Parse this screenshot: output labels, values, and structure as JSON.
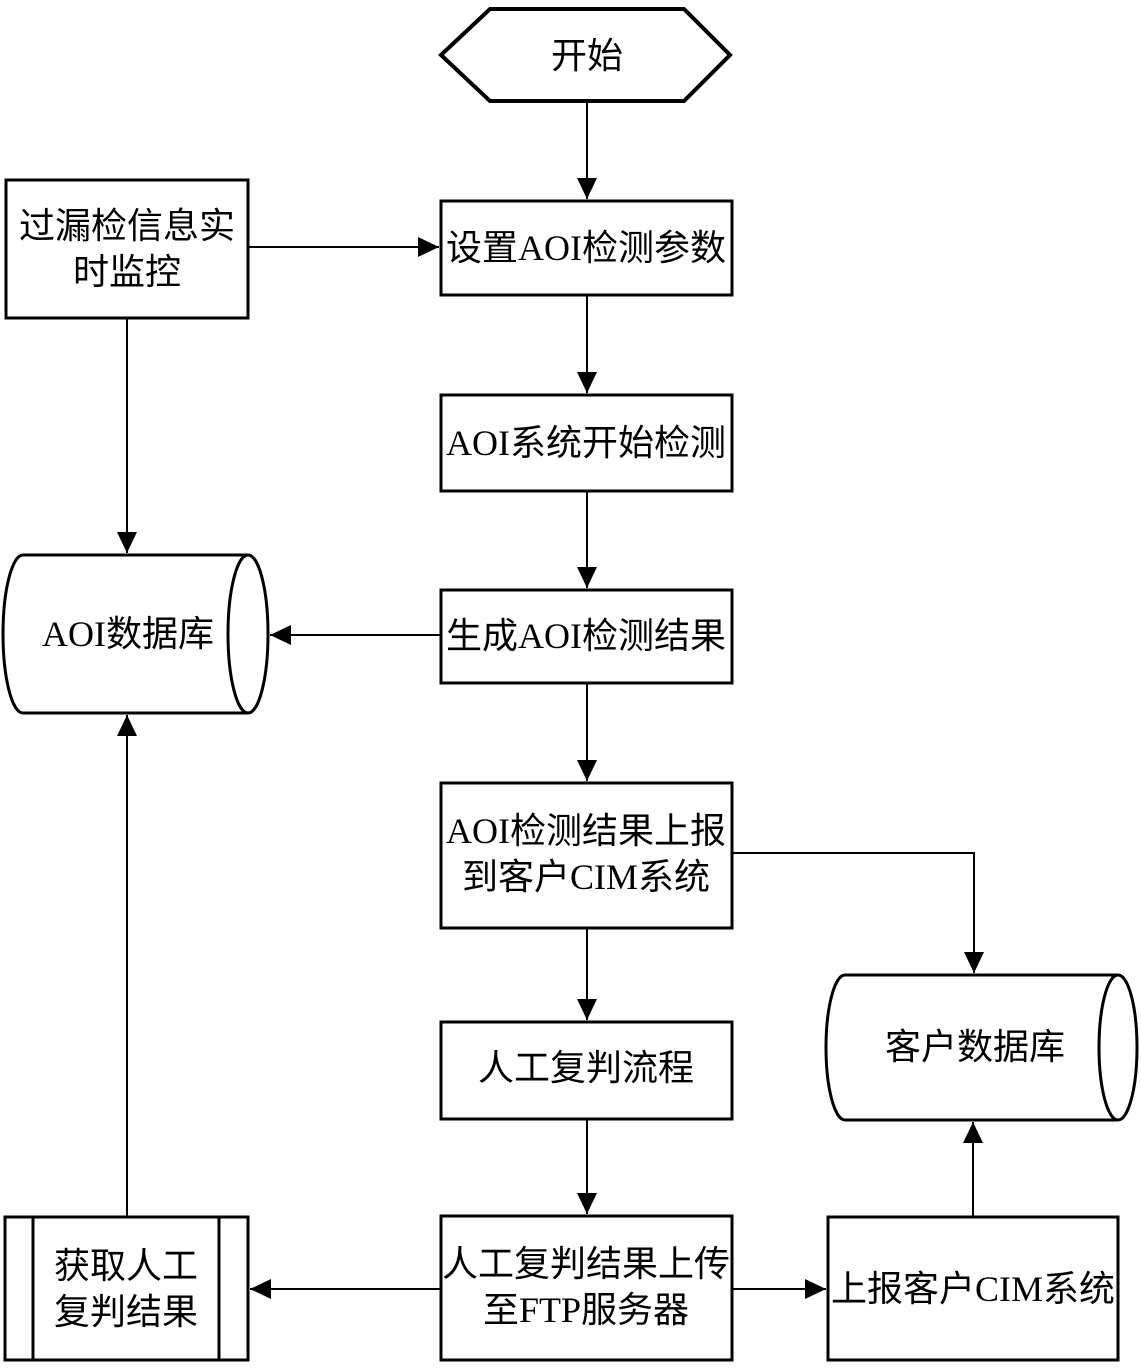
{
  "page": {
    "background": "#ffffff",
    "line_color": "#000000",
    "type": "flowchart"
  },
  "nodes": {
    "start": {
      "label": "开始",
      "shape": "hexagon"
    },
    "monitor": {
      "label": "过漏检信息实时监控",
      "lines": [
        "过漏检信息实",
        "时监控"
      ],
      "shape": "rectangle"
    },
    "set_params": {
      "label": "设置AOI检测参数",
      "shape": "rectangle"
    },
    "aoi_start": {
      "label": "AOI系统开始检测",
      "shape": "rectangle"
    },
    "gen_result": {
      "label": "生成AOI检测结果",
      "shape": "rectangle"
    },
    "aoi_db": {
      "label": "AOI数据库",
      "shape": "cylinder"
    },
    "report_cim": {
      "label": "AOI检测结果上报到客户CIM系统",
      "lines": [
        "AOI检测结果上报",
        "到客户CIM系统"
      ],
      "shape": "rectangle"
    },
    "manual_review": {
      "label": "人工复判流程",
      "shape": "rectangle"
    },
    "customer_db": {
      "label": "客户数据库",
      "shape": "cylinder"
    },
    "get_manual": {
      "label": "获取人工复判结果",
      "lines": [
        "获取人工",
        "复判结果"
      ],
      "shape": "predefined-process"
    },
    "upload_ftp": {
      "label": "人工复判结果上传至FTP服务器",
      "lines": [
        "人工复判结果上传",
        "至FTP服务器"
      ],
      "shape": "rectangle"
    },
    "report_customer_cim": {
      "label": "上报客户CIM系统",
      "shape": "rectangle"
    }
  },
  "edges": [
    {
      "from": "start",
      "to": "set_params"
    },
    {
      "from": "monitor",
      "to": "set_params"
    },
    {
      "from": "monitor",
      "to": "aoi_db"
    },
    {
      "from": "set_params",
      "to": "aoi_start"
    },
    {
      "from": "aoi_start",
      "to": "gen_result"
    },
    {
      "from": "gen_result",
      "to": "report_cim"
    },
    {
      "from": "gen_result",
      "to": "aoi_db"
    },
    {
      "from": "report_cim",
      "to": "manual_review"
    },
    {
      "from": "report_cim",
      "to": "customer_db"
    },
    {
      "from": "manual_review",
      "to": "upload_ftp"
    },
    {
      "from": "upload_ftp",
      "to": "get_manual"
    },
    {
      "from": "upload_ftp",
      "to": "report_customer_cim"
    },
    {
      "from": "get_manual",
      "to": "aoi_db"
    },
    {
      "from": "report_customer_cim",
      "to": "customer_db"
    }
  ]
}
